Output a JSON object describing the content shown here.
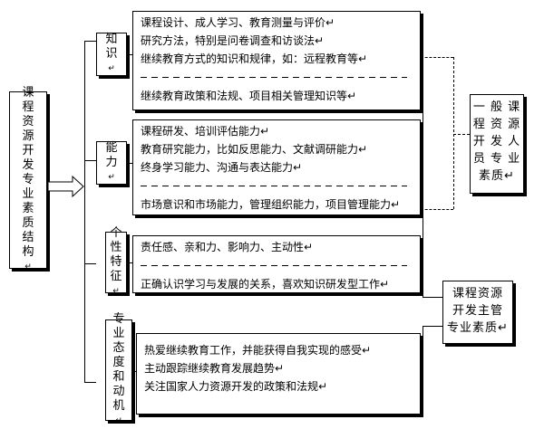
{
  "root": {
    "title_chars": [
      "课",
      "程",
      "资",
      "源",
      "开",
      "发",
      "专",
      "业",
      "素",
      "质",
      "结",
      "构"
    ],
    "mark": "↵"
  },
  "categories": [
    {
      "label_chars": [
        "知",
        "识"
      ],
      "lines": [
        "课程设计、成人学习、教育测量与评价",
        "研究方法，特别是问卷调查和访谈法",
        "继续教育方式的知识和规律，如：远程教育等"
      ],
      "extra": "继续教育政策和法规、项目相关管理知识等"
    },
    {
      "label_chars": [
        "能",
        "力"
      ],
      "lines": [
        "课程研发、培训评估能力",
        "教育研究能力，比如反思能力、文献调研能力",
        "终身学习能力、沟通与表达能力"
      ],
      "extra": "市场意识和市场能力，管理组织能力，项目管理能力"
    },
    {
      "label_chars": [
        "个",
        "性",
        "特",
        "征"
      ],
      "lines": [
        "责任感、亲和力、影响力、主动性"
      ],
      "extra": "正确认识学习与发展的关系，喜欢知识研发型工作"
    },
    {
      "label_chars": [
        "专",
        "业",
        "态",
        "度",
        "和",
        "动",
        "机"
      ],
      "lines": [
        "热爱继续教育工作，并能获得自我实现的感受",
        "主动跟踪继续教育发展趋势",
        "关注国家人力资源开发的政策和法规"
      ],
      "extra": ""
    }
  ],
  "general_quality": {
    "lines": [
      "一 般 课",
      "程 资 源",
      "开 发 人",
      "员 专 业",
      "素质"
    ]
  },
  "lead_quality": {
    "lines": [
      "课程资源",
      "开发主管",
      "专业素质"
    ]
  }
}
